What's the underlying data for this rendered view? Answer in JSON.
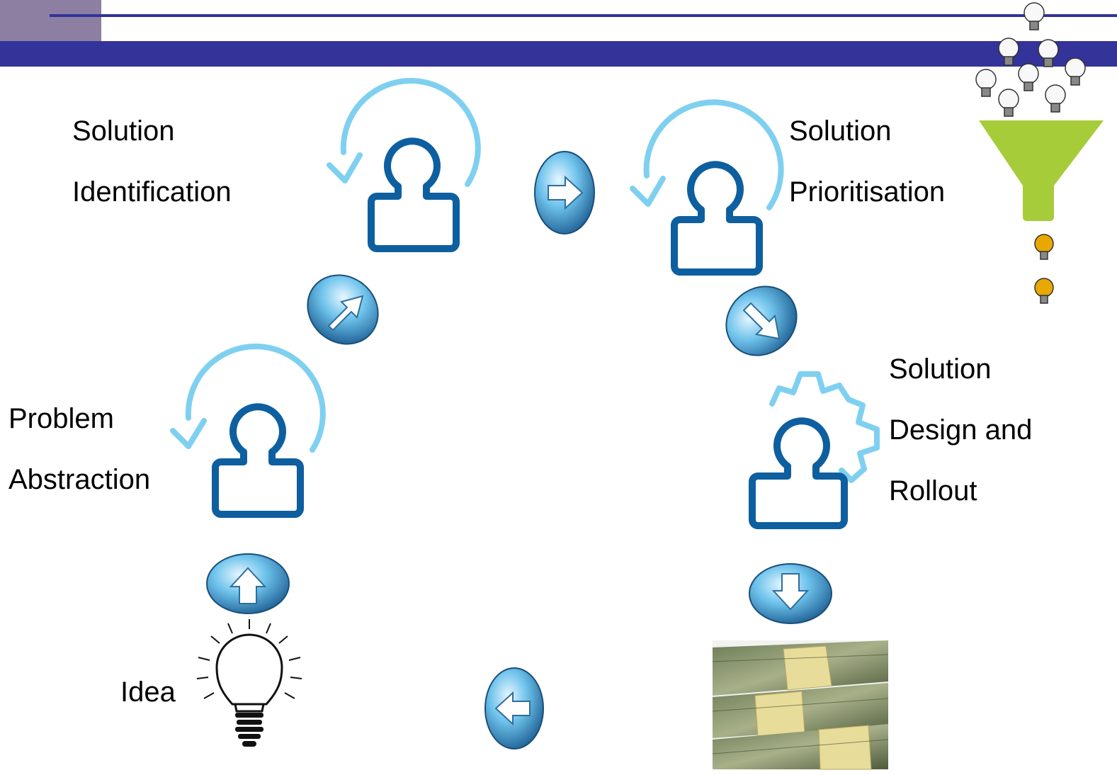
{
  "stages": {
    "problem_abstraction": [
      "Problem",
      "Abstraction"
    ],
    "solution_identification": [
      "Solution",
      "Identification"
    ],
    "solution_prioritisation": [
      "Solution",
      "Prioritisation"
    ],
    "solution_design_rollout": [
      "Solution",
      "Design and",
      "Rollout"
    ]
  },
  "idea_label": "Idea",
  "colors": {
    "header_dark": "#333399",
    "header_square": "#8c7fa1",
    "person_dark": "#0e5fa0",
    "cycle_light": "#7fd0f0",
    "funnel_green": "#a6cc3a",
    "bulb_yellow": "#e8a800"
  },
  "icons": [
    "person-cycle-icon",
    "person-gear-icon",
    "arrow-button-icon",
    "lightbulb-icon",
    "funnel-icon",
    "money-stack-icon"
  ]
}
